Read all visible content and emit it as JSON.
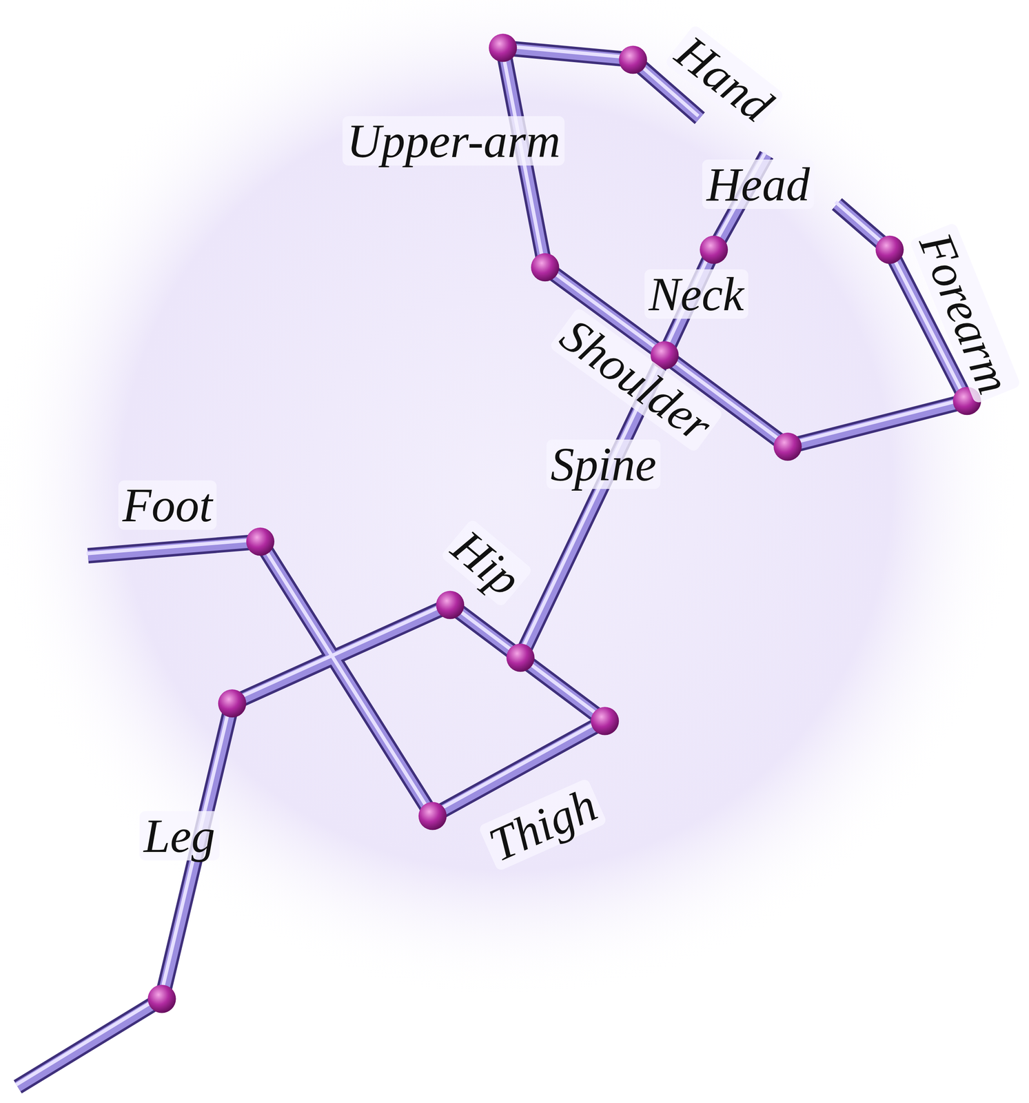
{
  "diagram": {
    "labels": [
      "Hand",
      "Upper-arm",
      "Head",
      "Forearm",
      "Neck",
      "Shoulder",
      "Spine",
      "Foot",
      "Hip",
      "Thigh",
      "Leg"
    ]
  }
}
